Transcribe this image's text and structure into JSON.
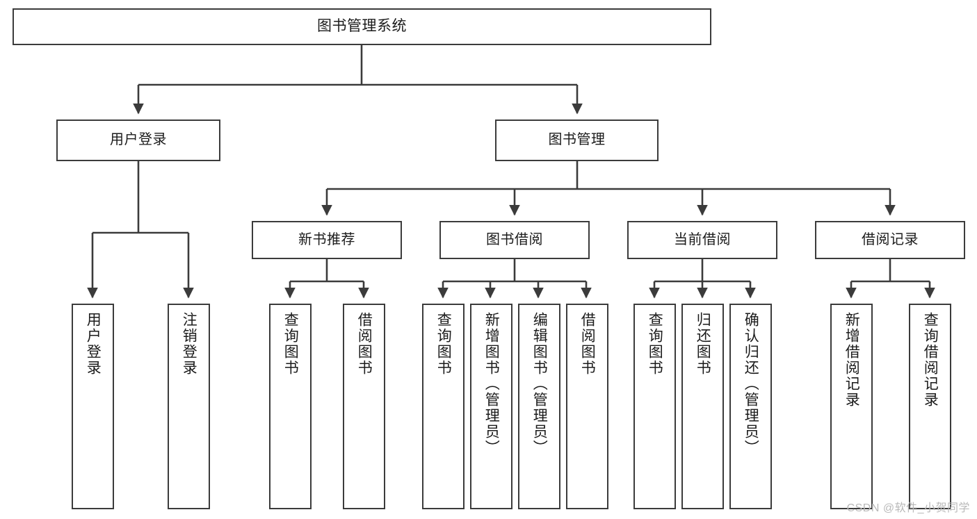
{
  "diagram": {
    "title_node": "图书管理系统",
    "watermark": "CSDN @软件_小贺同学",
    "stroke_color": "#3b3b3b",
    "text_color": "#1b1b1b",
    "background_color": "#ffffff",
    "nodes": {
      "root": "图书管理系统",
      "level1": {
        "user_login": "用户登录",
        "book_manage": "图书管理"
      },
      "level2": {
        "new_book_recommend": "新书推荐",
        "book_borrow": "图书借阅",
        "current_borrow": "当前借阅",
        "borrow_record": "借阅记录"
      },
      "leaves": {
        "user_login_1": "用户登录",
        "user_login_2": "注销登录",
        "recommend_1": "查询图书",
        "recommend_2": "借阅图书",
        "borrow_1": "查询图书",
        "borrow_2": "新增图书（管理员）",
        "borrow_3": "编辑图书（管理员）",
        "borrow_4": "借阅图书",
        "current_1": "查询图书",
        "current_2": "归还图书",
        "current_3": "确认归还（管理员）",
        "record_1": "新增借阅记录",
        "record_2": "查询借阅记录"
      }
    }
  }
}
